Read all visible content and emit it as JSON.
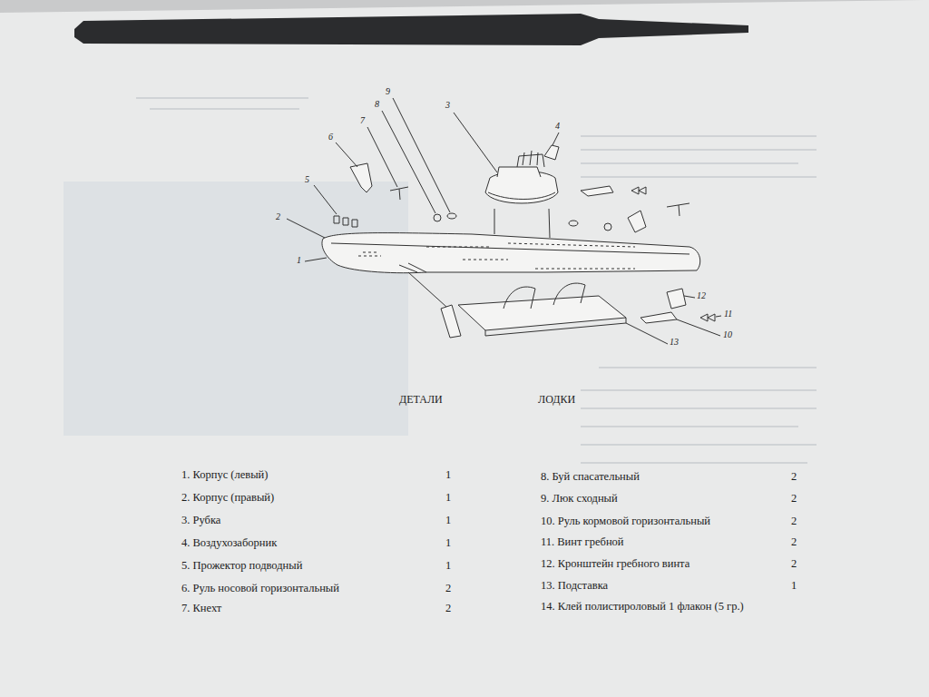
{
  "diagram": {
    "labels": [
      "1",
      "2",
      "3",
      "4",
      "5",
      "6",
      "7",
      "8",
      "9",
      "10",
      "11",
      "12",
      "13",
      "ДЕТАЛИ",
      "ЛОДКИ",
      "1. Корпус (левый)",
      "1",
      "2. Корпус (правый)",
      "1",
      "3. Рубка",
      "1",
      "4. Воздухозаборник",
      "1",
      "5. Прожектор подводный",
      "1",
      "6. Руль носовой горизонтальный",
      "2",
      "7. Кнехт",
      "2",
      "8. Буй спасательный",
      "2",
      "9. Люк сходный",
      "2",
      "10. Руль кормовой горизонтальный",
      "2",
      "11. Винт гребной",
      "2",
      "12. Кронштейн гребного винта",
      "2",
      "13. Подставка",
      "1",
      "14. Клей полистироловый 1 флакон (5 гр.)"
    ]
  }
}
